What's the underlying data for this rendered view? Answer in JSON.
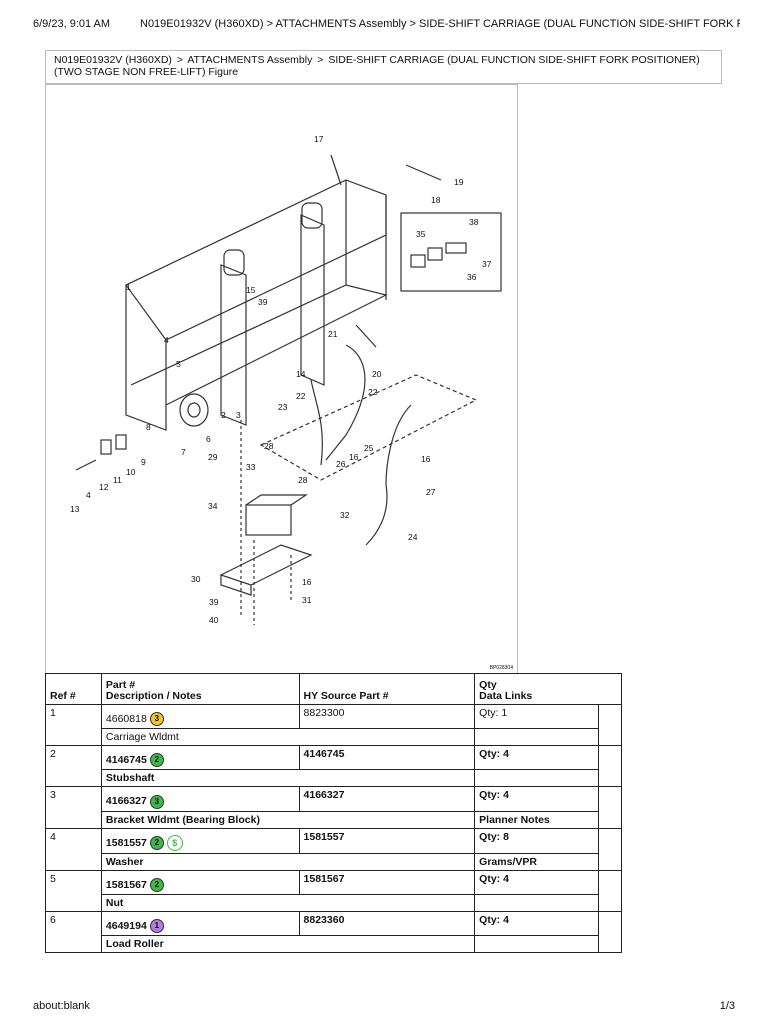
{
  "header": {
    "datetime": "6/9/23, 9:01 AM",
    "title": "N019E01932V (H360XD) > ATTACHMENTS Assembly > SIDE-SHIFT CARRIAGE (DUAL FUNCTION SIDE-SHIFT FORK POSITI..."
  },
  "breadcrumb": {
    "model": "N019E01932V (H360XD)",
    "sep": ">",
    "assembly": "ATTACHMENTS Assembly",
    "figure": "SIDE-SHIFT CARRIAGE (DUAL FUNCTION SIDE-SHIFT FORK POSITIONER) (TWO STAGE NON FREE-LIFT) Figure"
  },
  "figure": {
    "id": "BP028304",
    "callouts": [
      "1",
      "2",
      "3",
      "4",
      "5",
      "6",
      "7",
      "8",
      "9",
      "10",
      "11",
      "12",
      "13",
      "14",
      "15",
      "16",
      "17",
      "18",
      "19",
      "20",
      "21",
      "22",
      "23",
      "24",
      "25",
      "26",
      "27",
      "28",
      "29",
      "30",
      "31",
      "32",
      "33",
      "34",
      "35",
      "36",
      "37",
      "38",
      "39",
      "40"
    ]
  },
  "table": {
    "headers": {
      "ref": "Ref #",
      "part_line1": "Part #",
      "part_line2": "Description / Notes",
      "source": "HY Source Part #",
      "qty_line1": "Qty",
      "qty_line2": "Data Links"
    },
    "rows": [
      {
        "ref": "1",
        "part": "4660818",
        "badge": "3",
        "badge_color": "#f2c230",
        "description": "Carriage Wldmt",
        "source": "8823300",
        "qty": "Qty: 1",
        "link": ""
      },
      {
        "ref": "2",
        "part": "4146745",
        "badge": "2",
        "badge_color": "#3fb84a",
        "description": "Stubshaft",
        "source": "4146745",
        "qty": "Qty: 4",
        "link": ""
      },
      {
        "ref": "3",
        "part": "4166327",
        "badge": "3",
        "badge_color": "#3fb84a",
        "description": "Bracket Wldmt (Bearing Block)",
        "source": "4166327",
        "qty": "Qty: 4",
        "link": "Planner Notes"
      },
      {
        "ref": "4",
        "part": "1581557",
        "badge": "2",
        "badge_color": "#3fb84a",
        "description": "Washer",
        "source": "1581557",
        "qty": "Qty: 8",
        "link": "Grams/VPR",
        "dollar": "$"
      },
      {
        "ref": "5",
        "part": "1581567",
        "badge": "2",
        "badge_color": "#3fb84a",
        "description": "Nut",
        "source": "1581567",
        "qty": "Qty: 4",
        "link": ""
      },
      {
        "ref": "6",
        "part": "4649194",
        "badge": "1",
        "badge_color": "#b57be0",
        "description": "Load Roller",
        "source": "8823360",
        "qty": "Qty: 4",
        "link": ""
      }
    ]
  },
  "footer": {
    "url": "about:blank",
    "page": "1/3"
  }
}
